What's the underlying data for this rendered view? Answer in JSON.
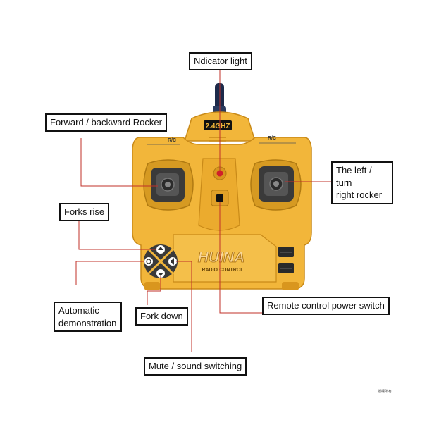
{
  "labels": {
    "indicator_light": "Ndicator light",
    "forward_backward_rocker": "Forward / backward Rocker",
    "left_turn_rocker_line1": "The left / turn",
    "left_turn_rocker_line2": "right rocker",
    "forks_rise": "Forks rise",
    "automatic_demo_line1": "Automatic",
    "automatic_demo_line2": "demonstration",
    "fork_down": "Fork down",
    "power_switch": "Remote control power switch",
    "mute_sound": "Mute / sound switching"
  },
  "device": {
    "frequency_badge": "2.4GHZ",
    "brand_logo": "HUINA",
    "brand_subtitle": "RADIO CONTROL",
    "rc_mark_left": "R/C",
    "rc_mark_right": "R/C"
  },
  "watermark": "版權所有",
  "colors": {
    "body": "#f2b63a",
    "body_dark": "#d9961e",
    "leader_line": "#c0302a",
    "antenna": "#1d2a4a"
  }
}
